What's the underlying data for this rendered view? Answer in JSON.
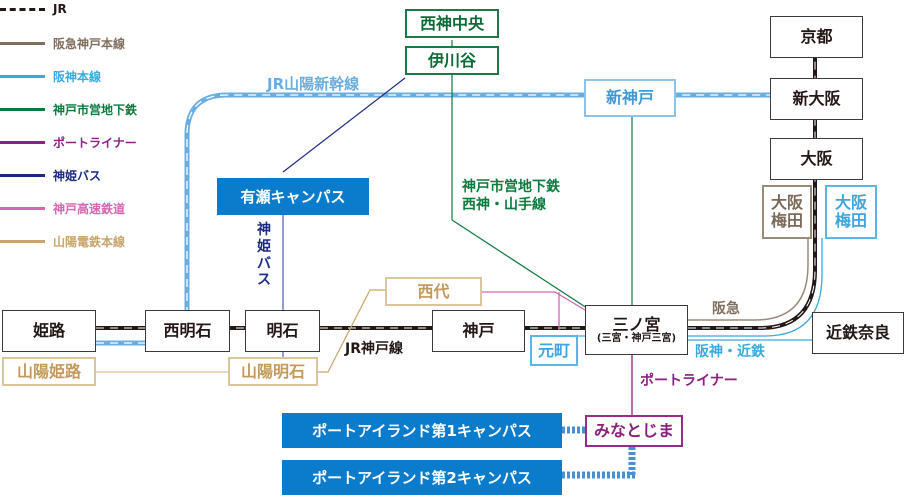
{
  "legend": [
    {
      "label": "JR",
      "color": "#231815",
      "style": "jr-dashed"
    },
    {
      "label": "阪急神戸本線",
      "color": "#7f6f5f",
      "style": "solid"
    },
    {
      "label": "阪神本線",
      "color": "#39a9e0",
      "style": "solid"
    },
    {
      "label": "神戸市営地下鉄",
      "color": "#0b7a3d",
      "style": "solid"
    },
    {
      "label": "ポートライナー",
      "color": "#8e1f83",
      "style": "solid"
    },
    {
      "label": "神姫バス",
      "color": "#1d2a84",
      "style": "solid"
    },
    {
      "label": "神戸高速鉄道",
      "color": "#d566b0",
      "style": "solid"
    },
    {
      "label": "山陽電鉄本線",
      "color": "#c9a46a",
      "style": "solid"
    }
  ],
  "stations": {
    "nishin_chuo": "西神中央",
    "ikawadani": "伊川谷",
    "shin_kobe": "新神戸",
    "kyoto": "京都",
    "shin_osaka": "新大阪",
    "osaka": "大阪",
    "hankyu_umeda": "大阪\n梅田",
    "hanshin_umeda": "大阪\n梅田",
    "himeji": "姫路",
    "nishi_akashi": "西明石",
    "akashi": "明石",
    "kobe": "神戸",
    "sannomiya": "三ノ宮",
    "sannomiya_sub": "(三宮・神戸三宮)",
    "kintetsu_nara": "近鉄奈良",
    "sanyo_himeji": "山陽姫路",
    "sanyo_akashi": "山陽明石",
    "nishidai": "西代",
    "motomachi": "元町",
    "minatojima": "みなとじま"
  },
  "campuses": {
    "ariake": "有瀬キャンパス",
    "port_island_1": "ポートアイランド第1キャンパス",
    "port_island_2": "ポートアイランド第2キャンパス"
  },
  "line_labels": {
    "shinkansen": "JR山陽新幹線",
    "subway_1": "神戸市営地下鉄",
    "subway_2": "西神・山手線",
    "shinki_bus": "神\n姫\nバ\nス",
    "jr_kobe": "JR神戸線",
    "hankyu": "阪急",
    "hanshin_kintetsu": "阪神・近鉄",
    "portliner": "ポートライナー"
  },
  "colors": {
    "jr": "#231815",
    "hankyu": "#7f6f5f",
    "hanshin": "#39a9e0",
    "subway": "#0b7a3d",
    "portliner": "#8e1f83",
    "shinki_bus": "#1d2a84",
    "kobe_kosoku": "#d566b0",
    "sanyo": "#c9a46a",
    "shinkansen": "#6aaee0",
    "campus": "#0a7ccb"
  }
}
